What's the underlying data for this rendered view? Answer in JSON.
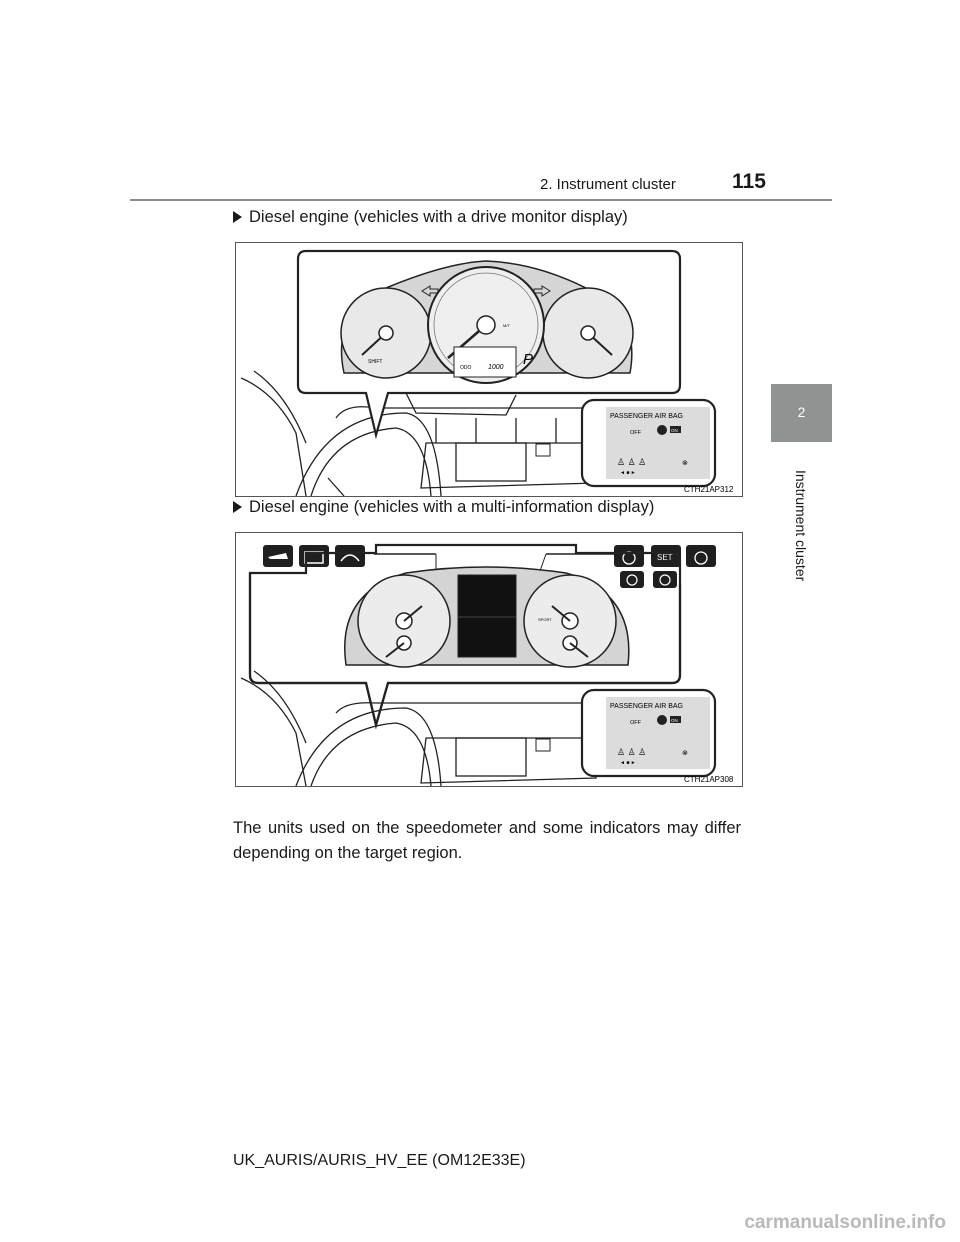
{
  "header": {
    "title": "2. Instrument cluster",
    "page_number": "115"
  },
  "side": {
    "tab_number": "2",
    "tab_label": "Instrument cluster"
  },
  "sections": [
    {
      "bullet": "Diesel engine (vehicles with a drive monitor display)",
      "figure_code": "CTH21AP312"
    },
    {
      "bullet": "Diesel engine (vehicles with a multi-information display)",
      "figure_code": "CTH21AP308"
    }
  ],
  "panel": {
    "title": "PASSENGER AIR BAG",
    "off": "OFF",
    "on": "ON"
  },
  "cluster1": {
    "odo": "ODO",
    "odo_value": "1000",
    "gear": "P",
    "shift": "SHIFT",
    "mt": "M/T"
  },
  "cluster2": {
    "set": "SET",
    "sport": "SPORT"
  },
  "body": {
    "text": "The units used on the speedometer and some indicators may differ depending on the target region."
  },
  "footer": {
    "model": "UK_AURIS/AURIS_HV_EE (OM12E33E)"
  },
  "watermark": "carmanualsonline.info"
}
